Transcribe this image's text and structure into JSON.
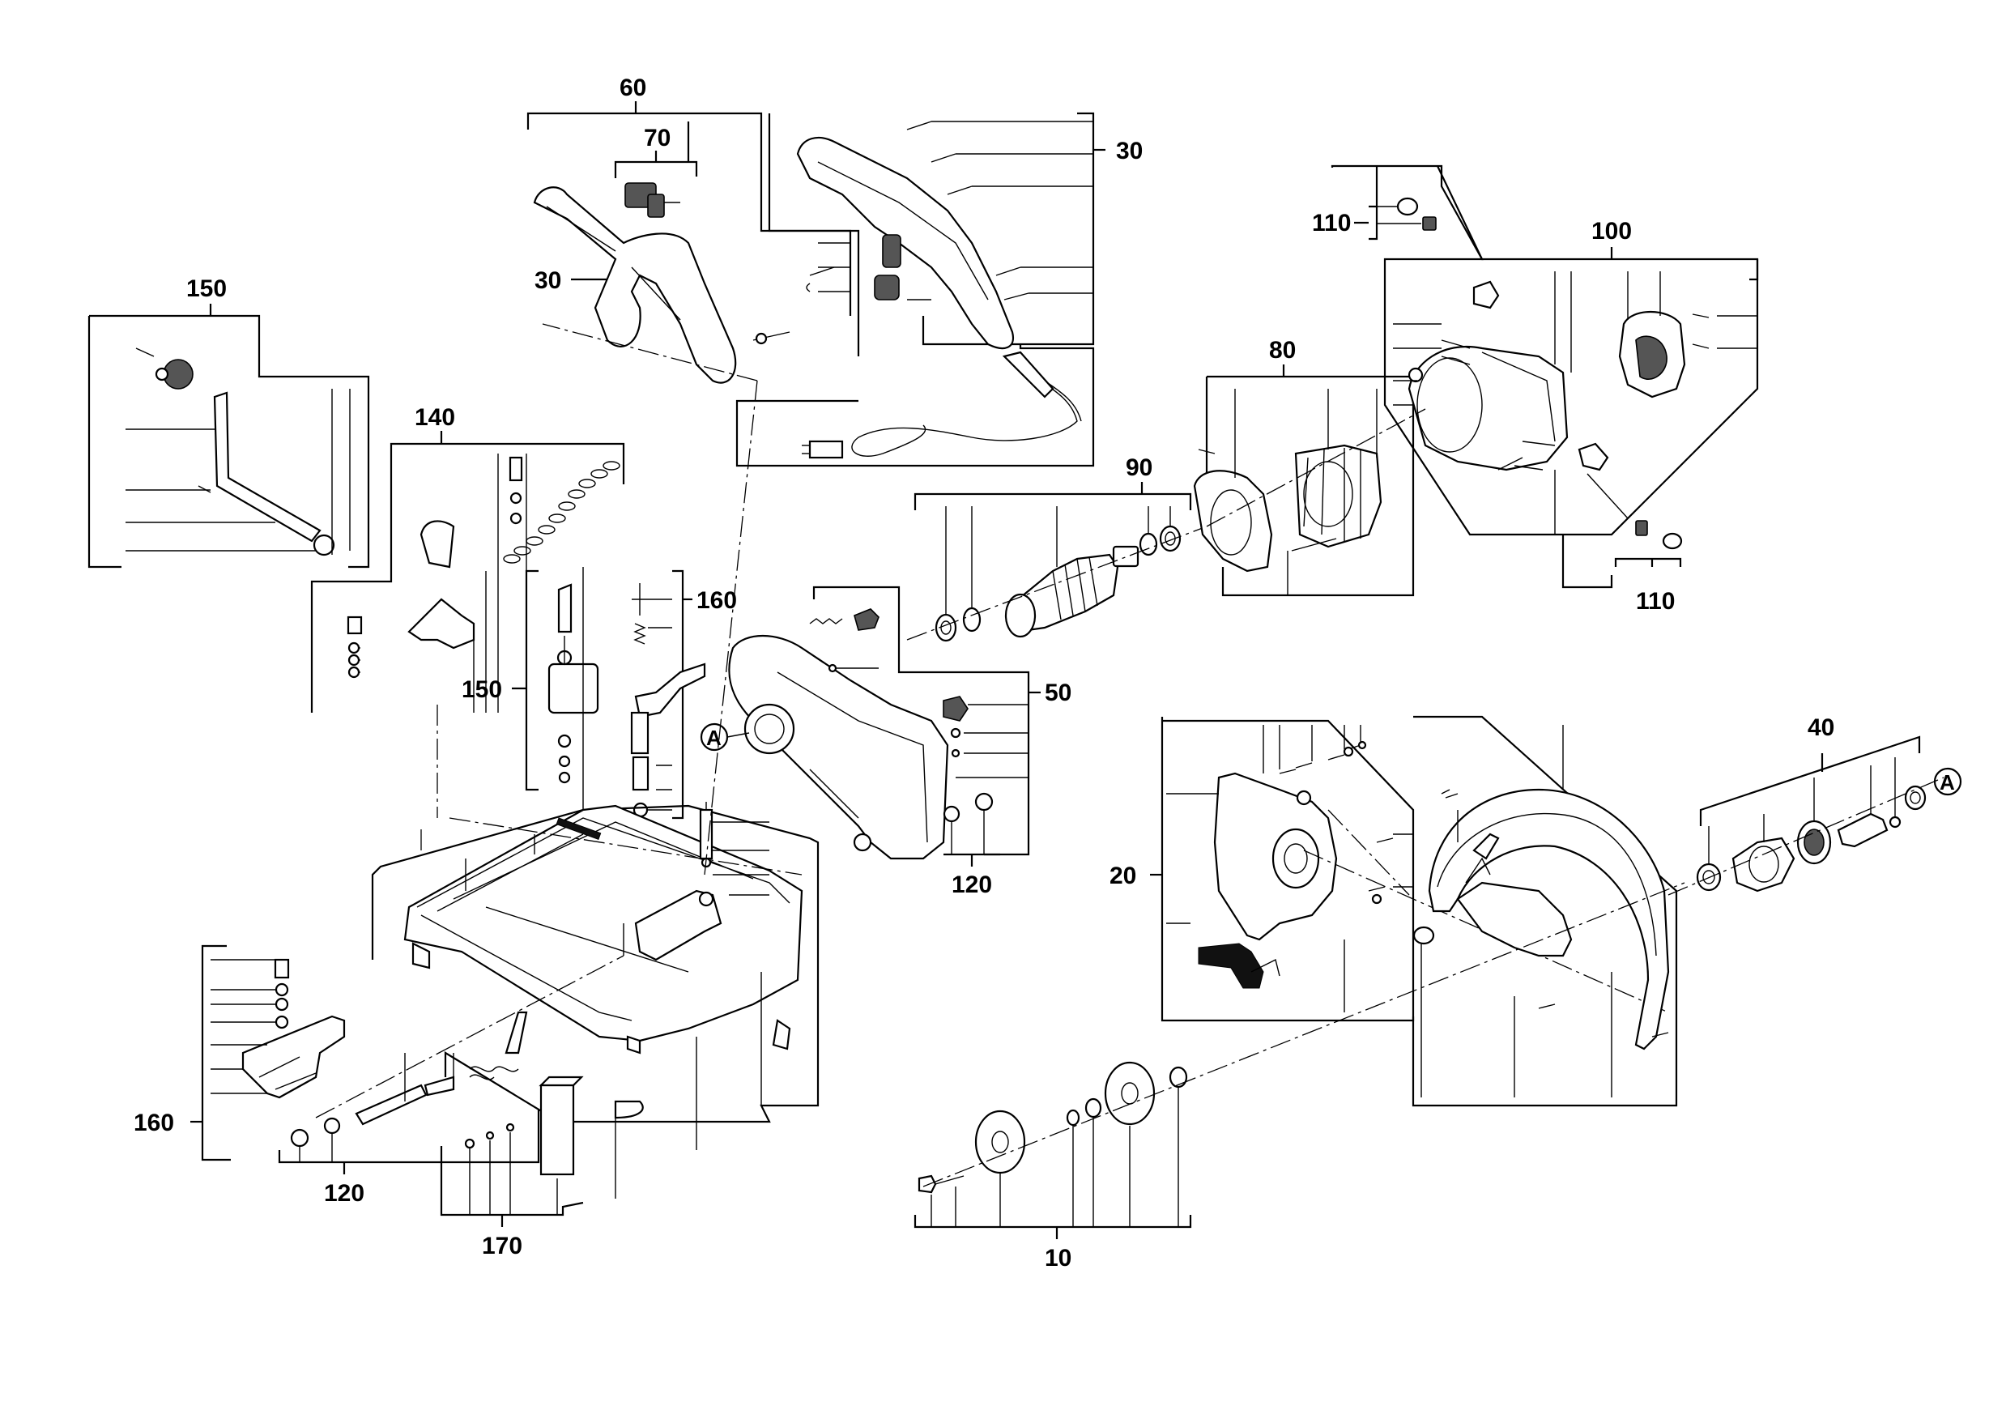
{
  "diagram": {
    "type": "exploded-parts-view",
    "group_labels": {
      "g10": "10",
      "g20": "20",
      "g30a": "30",
      "g30b": "30",
      "g40": "40",
      "g50": "50",
      "g60": "60",
      "g70": "70",
      "g80": "80",
      "g90": "90",
      "g100": "100",
      "g110a": "110",
      "g110b": "110",
      "g120a": "120",
      "g120b": "120",
      "g140": "140",
      "g150a": "150",
      "g150b": "150",
      "g160a": "160",
      "g160b": "160",
      "g170": "170"
    },
    "callouts": {
      "a_left": "A",
      "a_right": "A"
    }
  }
}
